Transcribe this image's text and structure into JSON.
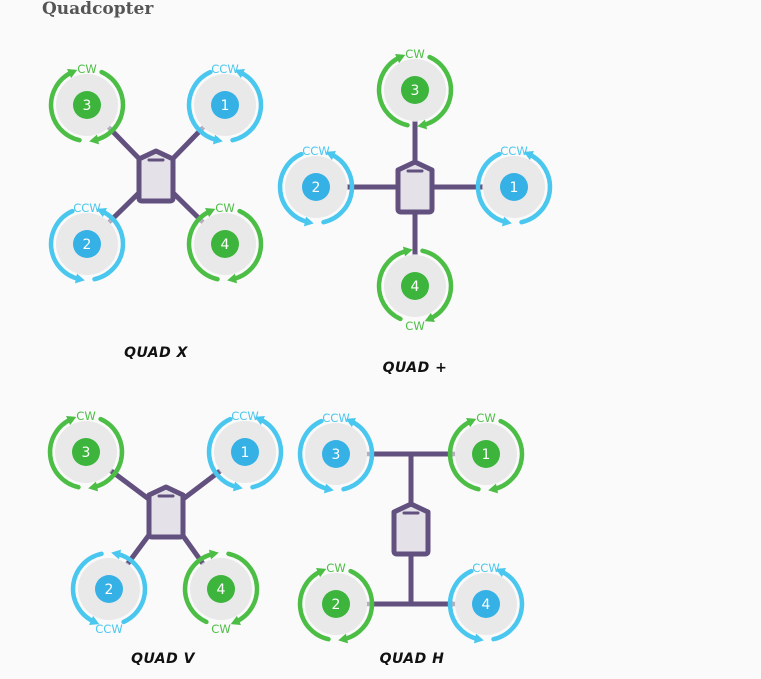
{
  "page": {
    "title": "Quadcopter"
  },
  "colors": {
    "cw": "#4cbe45",
    "ccw": "#49c7ef",
    "cw_hub": "#3db53c",
    "ccw_hub": "#35b1e6",
    "frame": "#62507f",
    "arm_stub": "#b6aec0",
    "prop_disc": "#e9e9ea",
    "body_fill": "#e4e2e8"
  },
  "labels": {
    "cw": "CW",
    "ccw": "CCW"
  },
  "configurations": [
    {
      "name": "QUAD X",
      "motors": [
        {
          "number": "3",
          "direction": "CW"
        },
        {
          "number": "1",
          "direction": "CCW"
        },
        {
          "number": "2",
          "direction": "CCW"
        },
        {
          "number": "4",
          "direction": "CW"
        }
      ]
    },
    {
      "name": "QUAD +",
      "motors": [
        {
          "number": "3",
          "direction": "CW"
        },
        {
          "number": "2",
          "direction": "CCW"
        },
        {
          "number": "1",
          "direction": "CCW"
        },
        {
          "number": "4",
          "direction": "CW"
        }
      ]
    },
    {
      "name": "QUAD V",
      "motors": [
        {
          "number": "3",
          "direction": "CW"
        },
        {
          "number": "1",
          "direction": "CCW"
        },
        {
          "number": "2",
          "direction": "CCW"
        },
        {
          "number": "4",
          "direction": "CW"
        }
      ]
    },
    {
      "name": "QUAD H",
      "motors": [
        {
          "number": "3",
          "direction": "CCW"
        },
        {
          "number": "1",
          "direction": "CW"
        },
        {
          "number": "2",
          "direction": "CW"
        },
        {
          "number": "4",
          "direction": "CCW"
        }
      ]
    }
  ]
}
